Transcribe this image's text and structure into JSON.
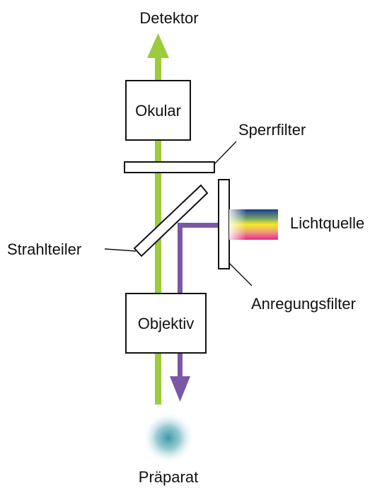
{
  "labels": {
    "detector": "Detektor",
    "eyepiece": "Okular",
    "barrier_filter": "Sperrfilter",
    "light_source": "Lichtquelle",
    "beam_splitter": "Strahlteiler",
    "excitation_filter": "Anregungsfilter",
    "objective": "Objektiv",
    "specimen": "Präparat"
  },
  "colors": {
    "emission_beam": "#9ccb3b",
    "excitation_beam": "#7b58a6",
    "specimen_center": "#3a9aa6",
    "spectrum": [
      "#1a3d8f",
      "#6e9a6a",
      "#f3ea2a",
      "#f19a7a",
      "#e7268f"
    ]
  }
}
